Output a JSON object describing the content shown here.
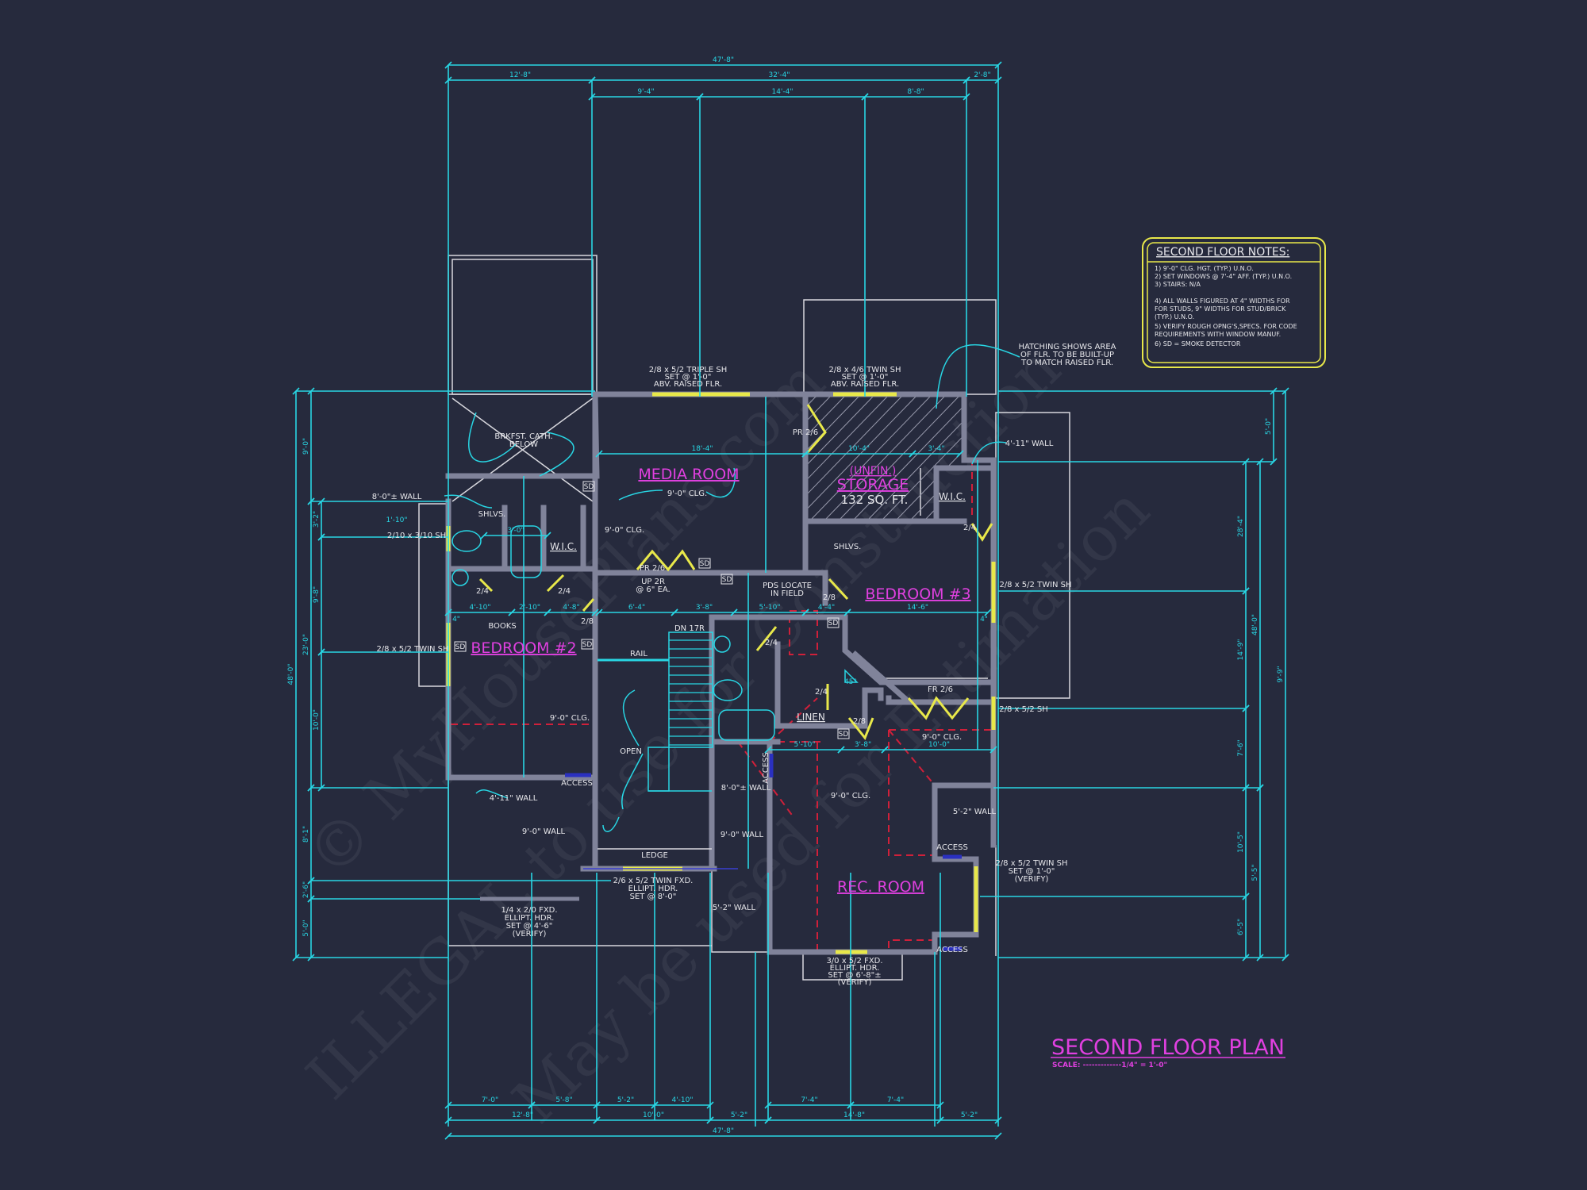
{
  "drawing": {
    "title": "SECOND FLOOR PLAN",
    "scale": "SCALE: -------------1/4\" = 1'-0\""
  },
  "notes": {
    "title": "SECOND FLOOR NOTES:",
    "items": [
      "1) 9'-0\"  CLG. HGT. (TYP.) U.N.O.",
      "2) SET WINDOWS @ 7'-4\" AFF. (TYP.) U.N.O.",
      "3) STAIRS: N/A",
      "4) ALL WALLS FIGURED AT 4\" WIDTHS FOR",
      "   FOR STUDS, 9\" WIDTHS FOR STUD/BRICK",
      "   (TYP.) U.N.O.",
      "5) VERIFY ROUGH OPNG'S,SPECS. FOR CODE",
      "   REQUIREMENTS WITH WINDOW MANUF.",
      "6) SD = SMOKE DETECTOR"
    ]
  },
  "rooms": {
    "media_room": "MEDIA ROOM",
    "storage_note": "(UNFIN.)",
    "storage": "STORAGE",
    "storage_area": "132 SQ. FT.",
    "bedroom2": "BEDROOM #2",
    "bedroom3": "BEDROOM #3",
    "rec_room": "REC. ROOM",
    "wic_1": "W.I.C.",
    "wic_2": "W.I.C.",
    "linen": "LINEN"
  },
  "labels": [
    "2/8 x 5/2 TRIPLE SH",
    "SET @ 1'-0\"",
    "ABV. RAISED FLR.",
    "2/8 x 4/6 TWIN SH",
    "SET @ 1'-0\"",
    "ABV. RAISED FLR.",
    "HATCHING SHOWS AREA",
    "OF FLR. TO BE BUILT-UP",
    "TO MATCH RAISED FLR.",
    "4'-11\" WALL",
    "BRKFST. CATH.",
    "BELOW",
    "8'-0\"± WALL",
    "SHLVS.",
    "2/10 x 3/10 SH",
    "9'-0\" CLG.",
    "9'-0\" CLG.",
    "PR 2/6",
    "PR 2/6",
    "UP 2R",
    "@ 6\" EA.",
    "PDS LOCATE",
    "IN FIELD",
    "SHLVS.",
    "2/4",
    "2/4",
    "2/4",
    "2/4",
    "2/4",
    "2/8",
    "2/8",
    "2/8",
    "BOOKS",
    "RAIL",
    "DN 17R",
    "2/8 x 5/2 TWIN SH",
    "2/8 x 5/2 TWIN SH",
    "FR 2/6",
    "2/8 x 5/2 SH",
    "9'-0\" CLG.",
    "9'-0\" CLG.",
    "OPEN",
    "ACCESS",
    "ACCESS",
    "ACCESS",
    "ACCESS",
    "8'-0\"± WALL",
    "9'-0\" CLG.",
    "5'-2\" WALL",
    "4'-11\" WALL",
    "9'-0\" WALL",
    "9'-0\" WALL",
    "LEDGE",
    "2/8 x 5/2 TWIN SH",
    "SET @ 1'-0\"",
    "(VERIFY)",
    "2/6 x 5/2 TWIN FXD.",
    "ELLIPT. HDR.",
    "SET @ 8'-0\"",
    "1/4 x 2/0 FXD.",
    "ELLIPT. HDR.",
    "SET @ 4'-6\"",
    "(VERIFY)",
    "5'-2\" WALL",
    "3/0 x 5/2 FXD.",
    "ELLIPT. HDR.",
    "SET @ 6'-8\"±",
    "(VERIFY)"
  ],
  "smoke_detectors": [
    "SD",
    "SD",
    "SD",
    "SD",
    "SD",
    "SD",
    "SD"
  ],
  "dimensions": {
    "top": [
      "47'-8\"",
      "12'-8\"",
      "32'-4\"",
      "2'-8\"",
      "9'-4\"",
      "14'-4\"",
      "8'-8\""
    ],
    "bottom": [
      "7'-0\"",
      "5'-8\"",
      "5'-2\"",
      "4'-10\"",
      "7'-4\"",
      "7'-4\"",
      "12'-8\"",
      "10'-0\"",
      "5'-2\"",
      "14'-8\"",
      "5'-2\"",
      "47'-8\""
    ],
    "left": [
      "48'-0\"",
      "9'-0\"",
      "23'-0\"",
      "8'-1\"",
      "2'-6\"",
      "5'-0\"",
      "3'-2\"",
      "9'-8\"",
      "10'-0\""
    ],
    "right": [
      "48'-0\"",
      "5'-5\"",
      "28'-4\"",
      "14'-9\"",
      "7'-6\"",
      "10'-5\"",
      "6'-5\"",
      "9'-9\"",
      "5'-0\""
    ],
    "interior": [
      "18'-4\"",
      "10'-4\"",
      "3'-4\"",
      "6'-4\"",
      "3'-8\"",
      "5'-10\"",
      "4'-4\"",
      "14'-6\"",
      "4'-10\"",
      "2'-10\"",
      "4'-8\"",
      "3'-0\"",
      "5'-10\"",
      "3'-8\"",
      "10'-0\"",
      "45°",
      "1'-10\"",
      "4\"",
      "4\""
    ]
  },
  "watermark": [
    "© MyHousePlans.com",
    "ILLEGAL to use for Construction",
    "May be used for Estimation"
  ],
  "colors": {
    "background": "#262a3d",
    "dimension": "#28d6e4",
    "room_label": "#e040e0",
    "window_door": "#e8e84a",
    "wall": "#80839a",
    "ceiling_line": "#d0203a",
    "notes_border": "#e8e84a"
  }
}
